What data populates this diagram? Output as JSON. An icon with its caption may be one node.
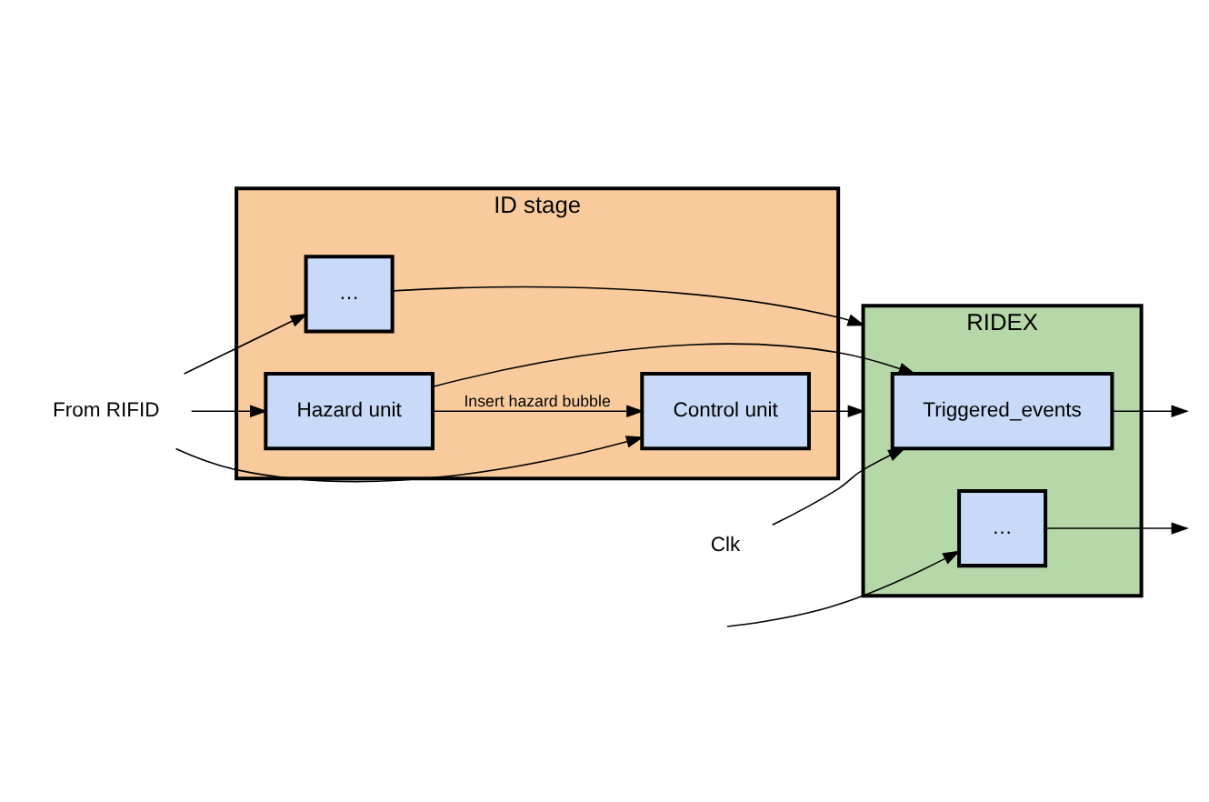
{
  "diagram": {
    "nodes": [
      {
        "text": [
          "ID stage"
        ]
      },
      {
        "text": [
          "Control unit"
        ],
        "in": 0
      },
      {
        "text": [
          "Hazard unit"
        ],
        "in": 0
      },
      {
        "text": [
          "…"
        ],
        "in": 0
      },
      {
        "text": [
          "RIDEX"
        ]
      },
      {
        "text": [
          "Triggered_events"
        ],
        "in": 4
      },
      {
        "text": [
          "…"
        ],
        "in": 4
      },
      {
        "text": [
          "From RIFID"
        ]
      },
      {
        "text": [
          "Clk"
        ]
      }
    ],
    "edges": [
      {
        "from": 7,
        "to": 1,
        "arrow": "to"
      },
      {
        "from": 7,
        "to": 2,
        "arrow": "to"
      },
      {
        "from": 7,
        "to": 3,
        "arrow": "to"
      },
      {
        "from": 8,
        "to": 5,
        "arrow": "to"
      },
      {
        "from": 2,
        "to": 1,
        "arrow": "to",
        "label": "Insert hazard bubble"
      },
      {
        "from": 2,
        "to": 5,
        "arrow": "to"
      },
      {
        "from": 1,
        "to": 4,
        "arrow": "to"
      },
      {
        "from": 3,
        "to": 4,
        "arrow": "to"
      },
      {
        "from": null,
        "to": 6,
        "arrow": "to"
      },
      {
        "from": 5,
        "to": null,
        "arrow": "to"
      },
      {
        "from": 6,
        "to": null,
        "arrow": "to"
      }
    ]
  }
}
